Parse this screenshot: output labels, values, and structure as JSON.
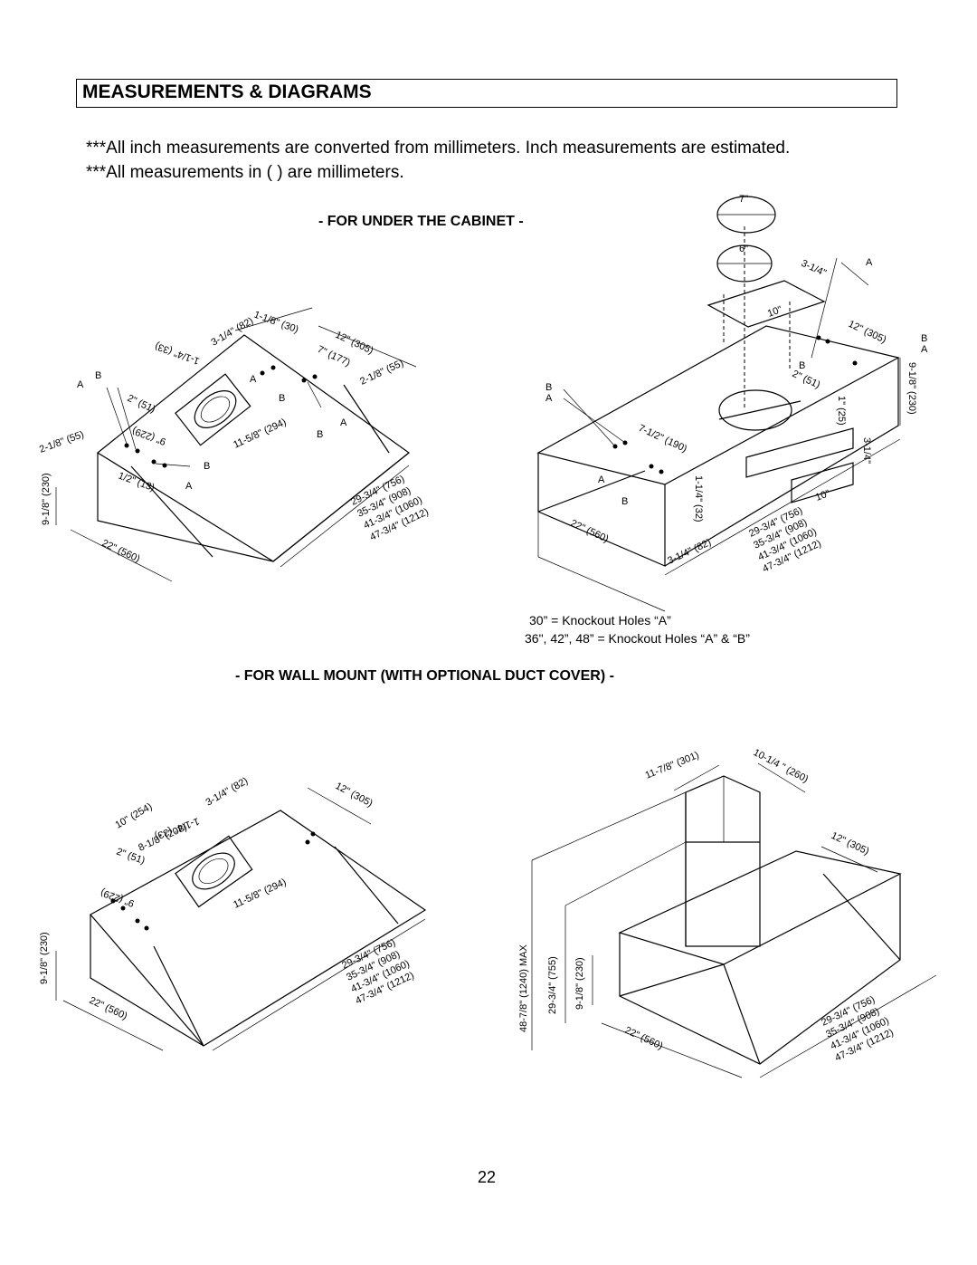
{
  "page": {
    "title": "MEASUREMENTS & DIAGRAMS",
    "note_1": "***All inch measurements are converted from millimeters.  Inch measurements are estimated.",
    "note_2": "***All measurements in ( ) are millimeters.",
    "section_under_cabinet": "- FOR UNDER THE CABINET -",
    "section_wall_mount": "- FOR WALL MOUNT (WITH OPTIONAL DUCT COVER) -",
    "legend_1": "30” = Knockout Holes “A”",
    "legend_2": "36\", 42”, 48” = Knockout Holes “A” & “B”",
    "page_number": "22"
  },
  "diagram_under_top": {
    "dim_1_1_8": "1-1/8\" (30)",
    "dim_3_1_4": "3-1/4\" (82)",
    "dim_1_1_4": "1-1/4\" (33)",
    "dim_12": "12\" (305)",
    "dim_7": "7\" (177)",
    "dim_2_1_8_top": "2-1/8\" (55)",
    "dim_2": "2\" (51)",
    "dim_9": "9\" (229)",
    "dim_11_5_8": "11-5/8\" (294)",
    "dim_2_1_8_left": "2-1/8\" (55)",
    "dim_1_2": "1/2\" (13)",
    "dim_9_1_8": "9-1/8\" (230)",
    "dim_22": "22\" (560)",
    "widths": [
      "29-3/4\" (756)",
      "35-3/4\" (908)",
      "41-3/4\" (1060)",
      "47-3/4\" (1212)"
    ],
    "label_a": "A",
    "label_b": "B"
  },
  "diagram_under_iso": {
    "duct_7": "7\"",
    "duct_6": "6\"",
    "rect_10": "10\"",
    "dim_3_1_4_top": "3-1/4\"",
    "dim_12": "12\" (305)",
    "dim_9_1_8": "9-1/8\" (230)",
    "dim_2": "2\" (51)",
    "dim_1": "1\" (25)",
    "dim_3_1_4_side": "3-1/4\"",
    "dim_10_side": "10\"",
    "dim_7_1_2": "7-1/2\" (190)",
    "dim_1_1_4": "1-1/4\" (32)",
    "dim_22": "22\" (560)",
    "dim_3_1_4_bottom": "3-1/4\" (82)",
    "widths": [
      "29-3/4\" (756)",
      "35-3/4\" (908)",
      "41-3/4\" (1060)",
      "47-3/4\" (1212)"
    ],
    "label_a": "A",
    "label_b": "B"
  },
  "diagram_wall_top": {
    "dim_3_1_4": "3-1/4\" (82)",
    "dim_12": "12\" (305)",
    "dim_10": "10\" (254)",
    "dim_1_1_4": "1-1/4\" (33)",
    "dim_8_1_8": "8-1/8\" (208)",
    "dim_2": "2\" (51)",
    "dim_9": "9\" (229)",
    "dim_11_5_8": "11-5/8\" (294)",
    "dim_9_1_8": "9-1/8\" (230)",
    "dim_22": "22\" (560)",
    "widths": [
      "29-3/4\" (756)",
      "35-3/4\" (908)",
      "41-3/4\" (1060)",
      "47-3/4\" (1212)"
    ]
  },
  "diagram_wall_iso": {
    "dim_11_7_8": "11-7/8\" (301)",
    "dim_10_1_4": "10-1/4 \" (260)",
    "dim_12": "12\" (305)",
    "dim_48_7_8": "48-7/8\" (1240) MAX",
    "dim_29_3_4": "29-3/4\" (755)",
    "dim_9_1_8": "9-1/8\" (230)",
    "dim_22": "22\" (560)",
    "widths": [
      "29-3/4\" (756)",
      "35-3/4\" (908)",
      "41-3/4\" (1060)",
      "47-3/4\" (1212)"
    ]
  }
}
